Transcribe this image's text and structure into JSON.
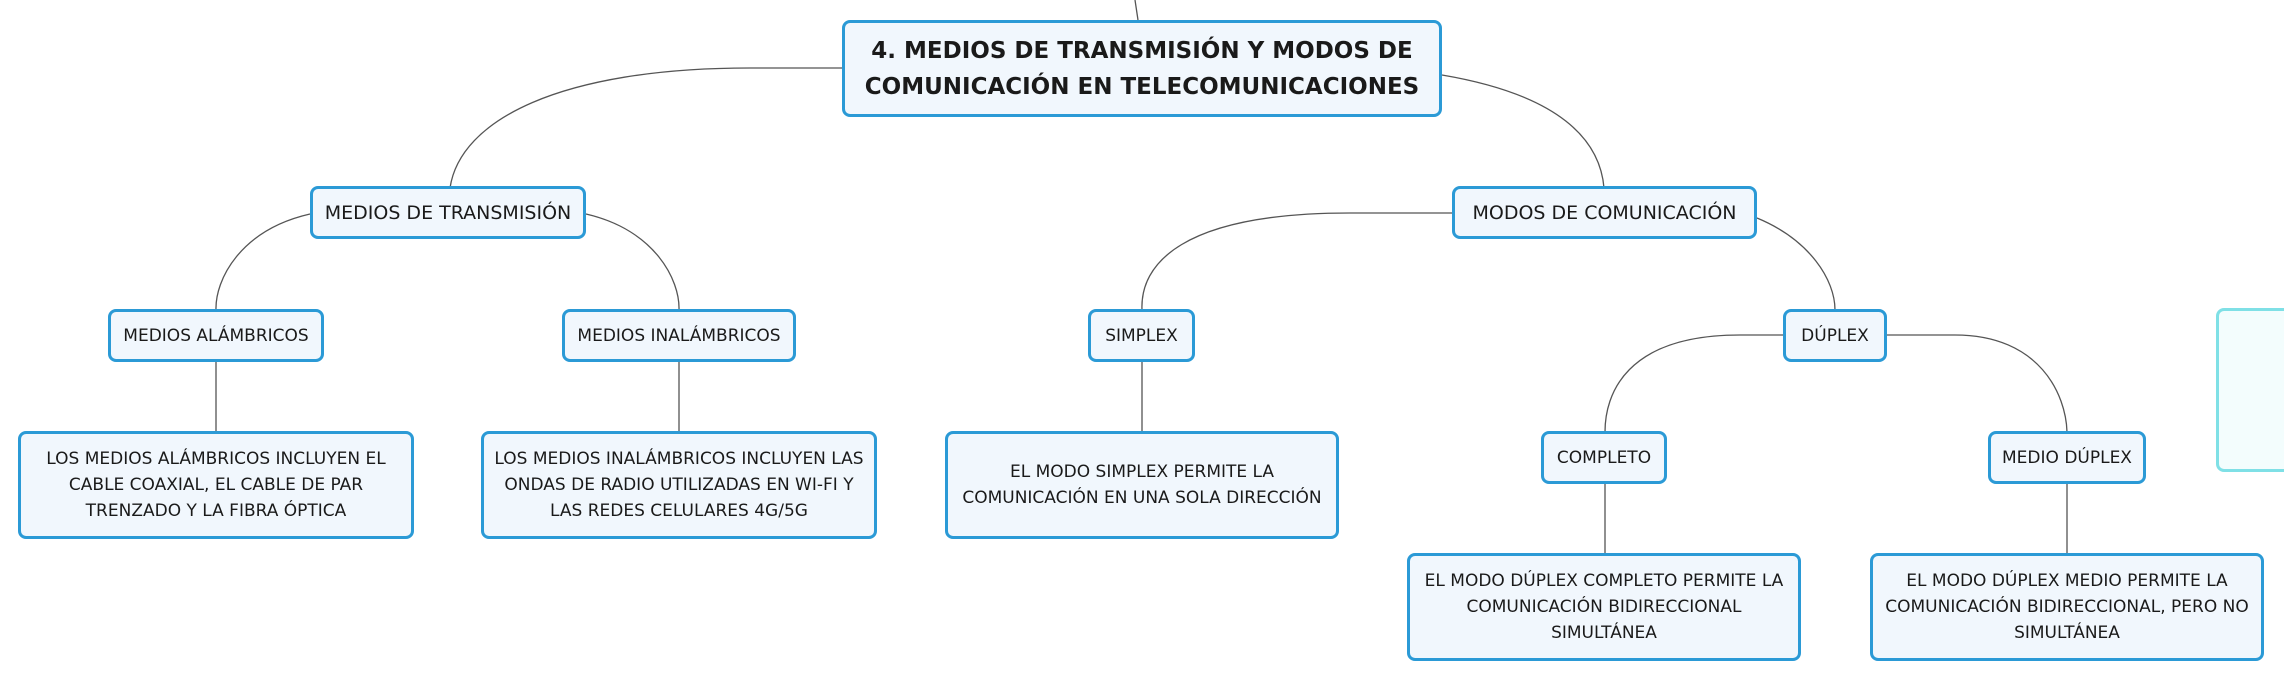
{
  "diagram": {
    "title": "4. MEDIOS DE TRANSMISIÓN Y MODOS DE COMUNICACIÓN EN TELECOMUNICACIONES",
    "transmission": {
      "label": "MEDIOS DE TRANSMISIÓN",
      "wired": {
        "label": "MEDIOS ALÁMBRICOS",
        "detail": "LOS MEDIOS ALÁMBRICOS INCLUYEN EL CABLE COAXIAL, EL CABLE DE PAR TRENZADO Y LA FIBRA ÓPTICA"
      },
      "wireless": {
        "label": "MEDIOS INALÁMBRICOS",
        "detail": "LOS MEDIOS INALÁMBRICOS INCLUYEN LAS ONDAS DE RADIO UTILIZADAS EN WI-FI Y LAS REDES CELULARES 4G/5G"
      }
    },
    "modes": {
      "label": "MODOS DE COMUNICACIÓN",
      "simplex": {
        "label": "SIMPLEX",
        "detail": "EL MODO SIMPLEX PERMITE LA COMUNICACIÓN EN UNA SOLA DIRECCIÓN"
      },
      "duplex": {
        "label": "DÚPLEX",
        "full": {
          "label": "COMPLETO",
          "detail": "EL MODO DÚPLEX COMPLETO PERMITE LA COMUNICACIÓN BIDIRECCIONAL SIMULTÁNEA"
        },
        "half": {
          "label": "MEDIO DÚPLEX",
          "detail": "EL MODO DÚPLEX MEDIO PERMITE LA COMUNICACIÓN BIDIRECCIONAL, PERO NO SIMULTÁNEA"
        }
      }
    }
  },
  "colors": {
    "node_border": "#2b9ad6",
    "node_fill": "#f1f7fd",
    "side_border": "#7fe0e6",
    "connector": "#555555"
  }
}
